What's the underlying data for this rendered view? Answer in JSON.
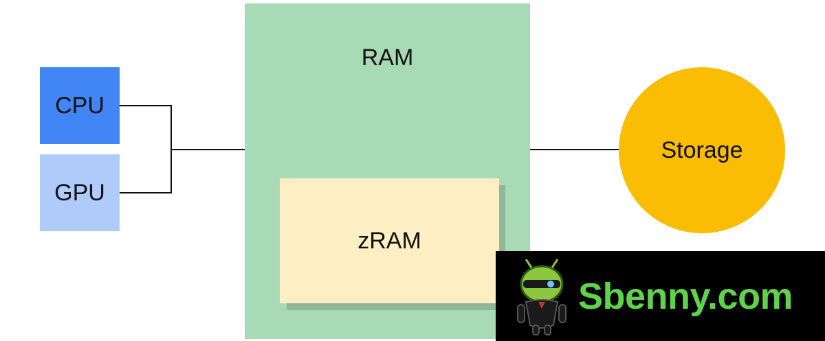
{
  "labels": {
    "cpu": "CPU",
    "gpu": "GPU",
    "ram": "RAM",
    "zram": "zRAM",
    "storage": "Storage"
  },
  "watermark": {
    "text": "Sbenny.com",
    "icon": "android-mascot-icon"
  },
  "colors": {
    "cpu": "#4285f4",
    "gpu": "#aecbfa",
    "ram": "#a8dab5",
    "zram": "#fdefc3",
    "storage": "#fbbc04",
    "connector": "#111111",
    "watermark_bg": "#000000",
    "watermark_text": "#5fd44a"
  }
}
